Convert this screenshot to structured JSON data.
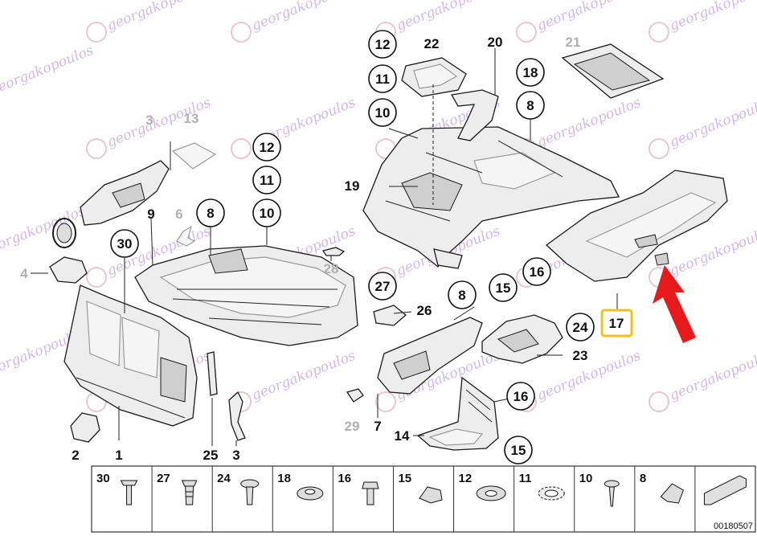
{
  "watermark": "georgakopoulos",
  "diagram_number": "00180507",
  "colors": {
    "highlight_box": "#f0c020",
    "arrow": "#e8191b"
  },
  "labels": {
    "c12a": "12",
    "c11a": "11",
    "c10a": "10",
    "c22": "22",
    "c20": "20",
    "c21": "21",
    "c18": "18",
    "c8a": "8",
    "c19": "19",
    "c3": "3",
    "c13": "13",
    "c12b": "12",
    "c11b": "11",
    "c10b": "10",
    "c9": "9",
    "c6": "6",
    "c8b": "8",
    "c30": "30",
    "c4": "4",
    "c28": "28",
    "c27": "27",
    "c26": "26",
    "c8c": "8",
    "c15a": "15",
    "c16a": "16",
    "c24": "24",
    "c17": "17",
    "c23": "23",
    "c1": "1",
    "c2": "2",
    "c25": "25",
    "c3b": "3",
    "c29": "29",
    "c7": "7",
    "c14": "14",
    "c16b": "16",
    "c15b": "15"
  },
  "legend": [
    {
      "num": "30",
      "icon": "push-rivet-icon"
    },
    {
      "num": "27",
      "icon": "expanding-rivet-icon"
    },
    {
      "num": "24",
      "icon": "plastic-rivet-icon"
    },
    {
      "num": "18",
      "icon": "clip-nut-icon"
    },
    {
      "num": "16",
      "icon": "hex-bolt-icon"
    },
    {
      "num": "15",
      "icon": "spring-nut-icon"
    },
    {
      "num": "12",
      "icon": "washer-icon"
    },
    {
      "num": "11",
      "icon": "retaining-ring-icon"
    },
    {
      "num": "10",
      "icon": "screw-icon"
    },
    {
      "num": "8",
      "icon": "clip-icon"
    },
    {
      "num": "",
      "icon": "strip-icon"
    }
  ]
}
